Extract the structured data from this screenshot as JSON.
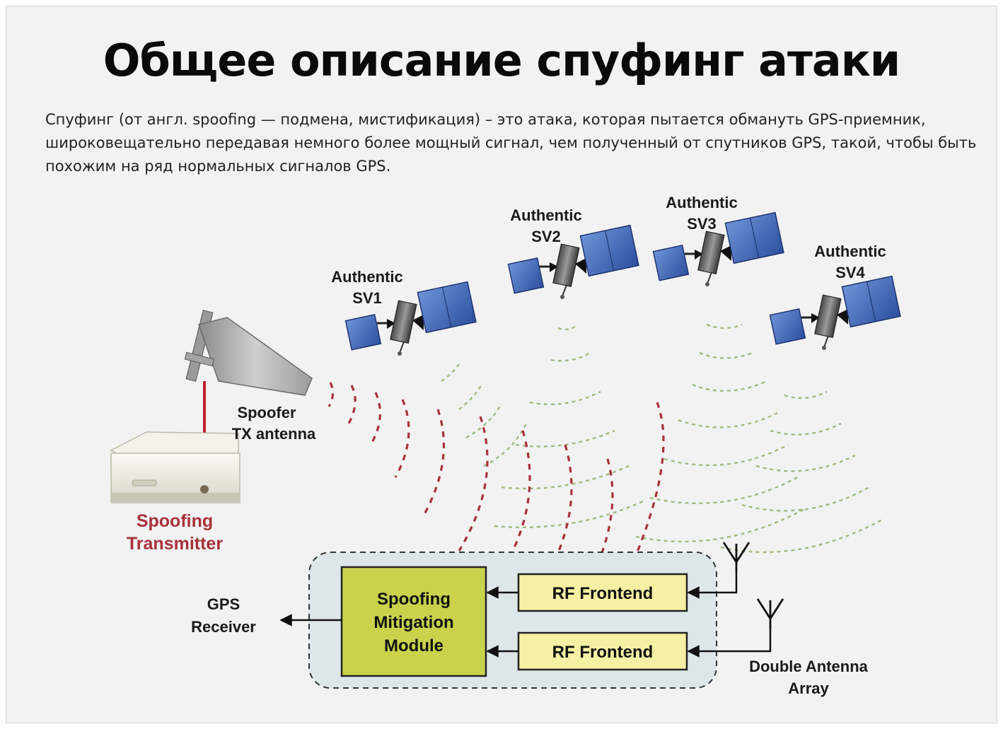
{
  "slide": {
    "title": "Общее описание спуфинг атаки",
    "description": "Спуфинг (от англ. spoofing — подмена, мистификация) – это атака, которая пытается обмануть GPS-приемник, широковещательно передавая немного более мощный сигнал, чем полученный от спутников GPS, такой, чтобы быть похожим на ряд нормальных сигналов GPS."
  },
  "diagram": {
    "satellites": [
      {
        "id": "sv1",
        "line1": "Authentic",
        "line2": "SV1"
      },
      {
        "id": "sv2",
        "line1": "Authentic",
        "line2": "SV2"
      },
      {
        "id": "sv3",
        "line1": "Authentic",
        "line2": "SV3"
      },
      {
        "id": "sv4",
        "line1": "Authentic",
        "line2": "SV4"
      }
    ],
    "spoofer_antenna": {
      "line1": "Spoofer",
      "line2": "TX antenna"
    },
    "spoofing_transmitter": {
      "line1": "Spoofing",
      "line2": "Transmitter"
    },
    "mitigation_module": {
      "line1": "Spoofing",
      "line2": "Mitigation",
      "line3": "Module"
    },
    "rf_frontends": [
      "RF Frontend",
      "RF Frontend"
    ],
    "gps_receiver": {
      "line1": "GPS",
      "line2": "Receiver"
    },
    "antenna_array": {
      "line1": "Double Antenna",
      "line2": "Array"
    }
  },
  "colors": {
    "spoof_signal": "#a8313b",
    "authentic_signal": "#9ab87a",
    "module_fill": "#c9d24a",
    "frontend_fill": "#f5f0a3",
    "box_panel": "#dde7ea",
    "solar_panel": "#3a5fb0"
  }
}
